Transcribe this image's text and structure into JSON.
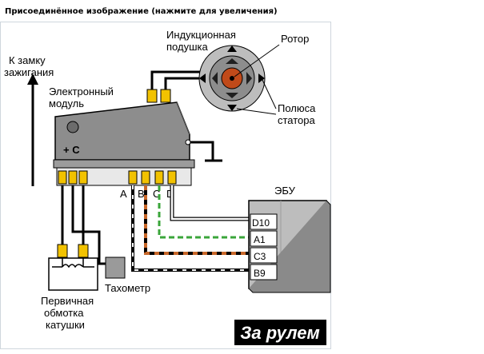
{
  "caption": "Присоединённое изображение (нажмите для увеличения)",
  "labels": {
    "ignition_line1": "К замку",
    "ignition_line2": "зажигания",
    "module_line1": "Электронный",
    "module_line2": "модуль",
    "plus_c": "+ C",
    "pickup_line1": "Индукционная",
    "pickup_line2": "подушка",
    "rotor": "Ротор",
    "stator_line1": "Полюса",
    "stator_line2": "статора",
    "ecu": "ЭБУ",
    "tachometer": "Тахометр",
    "coil_line1": "Первичная",
    "coil_line2": "обмотка",
    "coil_line3": "катушки",
    "logo": "За рулем"
  },
  "terminals": [
    "A",
    "B",
    "C",
    "D"
  ],
  "ecu_pins": [
    "D10",
    "A1",
    "C3",
    "B9"
  ],
  "colors": {
    "module_body": "#8d8d8d",
    "connector": "#f2c200",
    "ecu_body": "#bdbdbd",
    "wire_green": "#3aa53a",
    "wire_brown": "#c8682a",
    "rotor": "#c04a1a"
  }
}
